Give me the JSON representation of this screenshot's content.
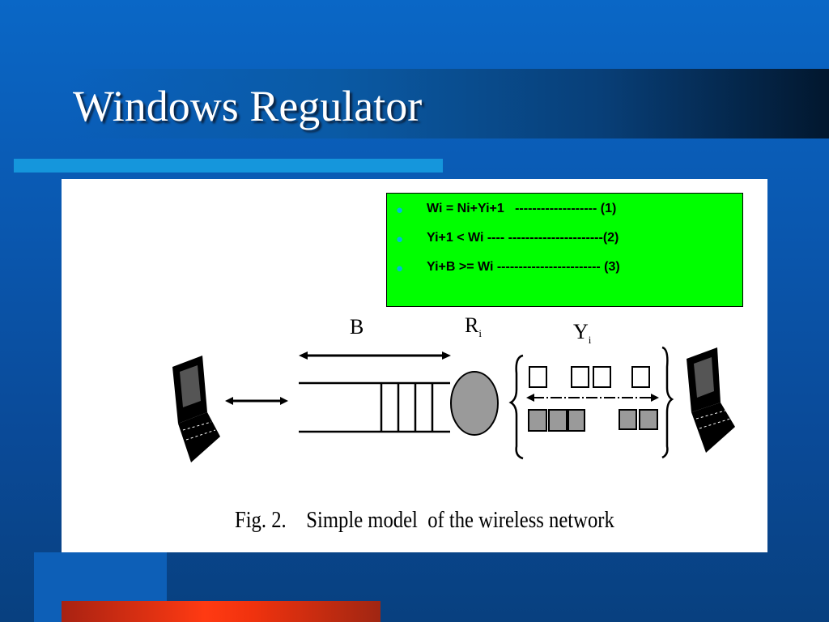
{
  "slide": {
    "title": "Windows Regulator",
    "colors": {
      "background": "#0a58b0",
      "accent_bar": "#1596dc",
      "bottom_bar": "#ff3a12",
      "formula_box": "#00ff00",
      "bullet": "#00bbdd"
    }
  },
  "formulas": [
    {
      "text": "Wi = Ni+Yi+1   ------------------- (1)"
    },
    {
      "text": "Yi+1 < Wi ---- ----------------------(2)"
    },
    {
      "text": "Yi+B >= Wi ------------------------ (3)"
    }
  ],
  "figure": {
    "caption": "Fig. 2.    Simple model  of the wireless network",
    "labels": {
      "buffer": "B",
      "router_letter": "R",
      "router_sub": "i",
      "window_letter": "Y",
      "window_sub": "i"
    },
    "icons": [
      "laptop-sender-icon",
      "laptop-receiver-icon"
    ]
  }
}
